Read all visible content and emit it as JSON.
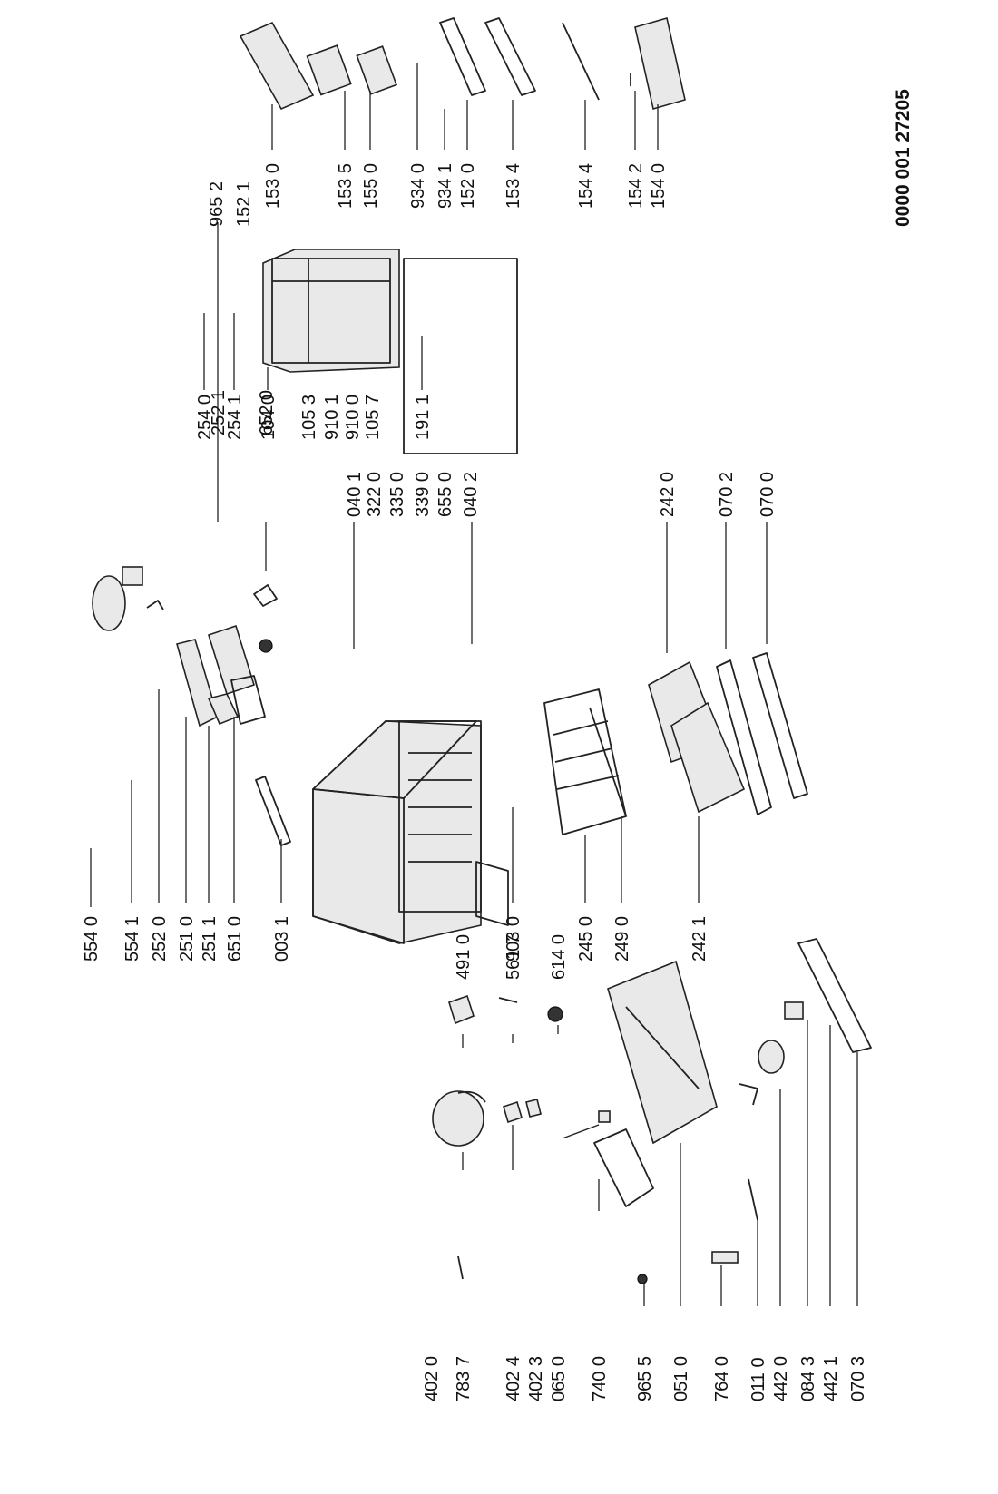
{
  "diagram_code": "0000 001 27205",
  "labels": [
    "554 0",
    "554 1",
    "252 0",
    "251 0",
    "251 1",
    "651 0",
    "003 1",
    "903 0",
    "245 0",
    "249 0",
    "242 1",
    "252 1",
    "652 0",
    "040 1",
    "322 0",
    "335 0",
    "339 0",
    "655 0",
    "040 2",
    "242 0",
    "070 2",
    "070 0",
    "254 0",
    "254 1",
    "104 0",
    "105 3",
    "910 1",
    "910 0",
    "105 7",
    "191 1",
    "965 2",
    "152 1",
    "153 0",
    "153 5",
    "155 0",
    "934 0",
    "934 1",
    "152 0",
    "153 4",
    "154 4",
    "154 2",
    "154 0",
    "491 0",
    "561 7",
    "614 0",
    "402 0",
    "783 7",
    "402 4",
    "402 3",
    "065 0",
    "740 0",
    "965 5",
    "051 0",
    "764 0",
    "011 0",
    "442 0",
    "084 3",
    "442 1",
    "070 3"
  ]
}
